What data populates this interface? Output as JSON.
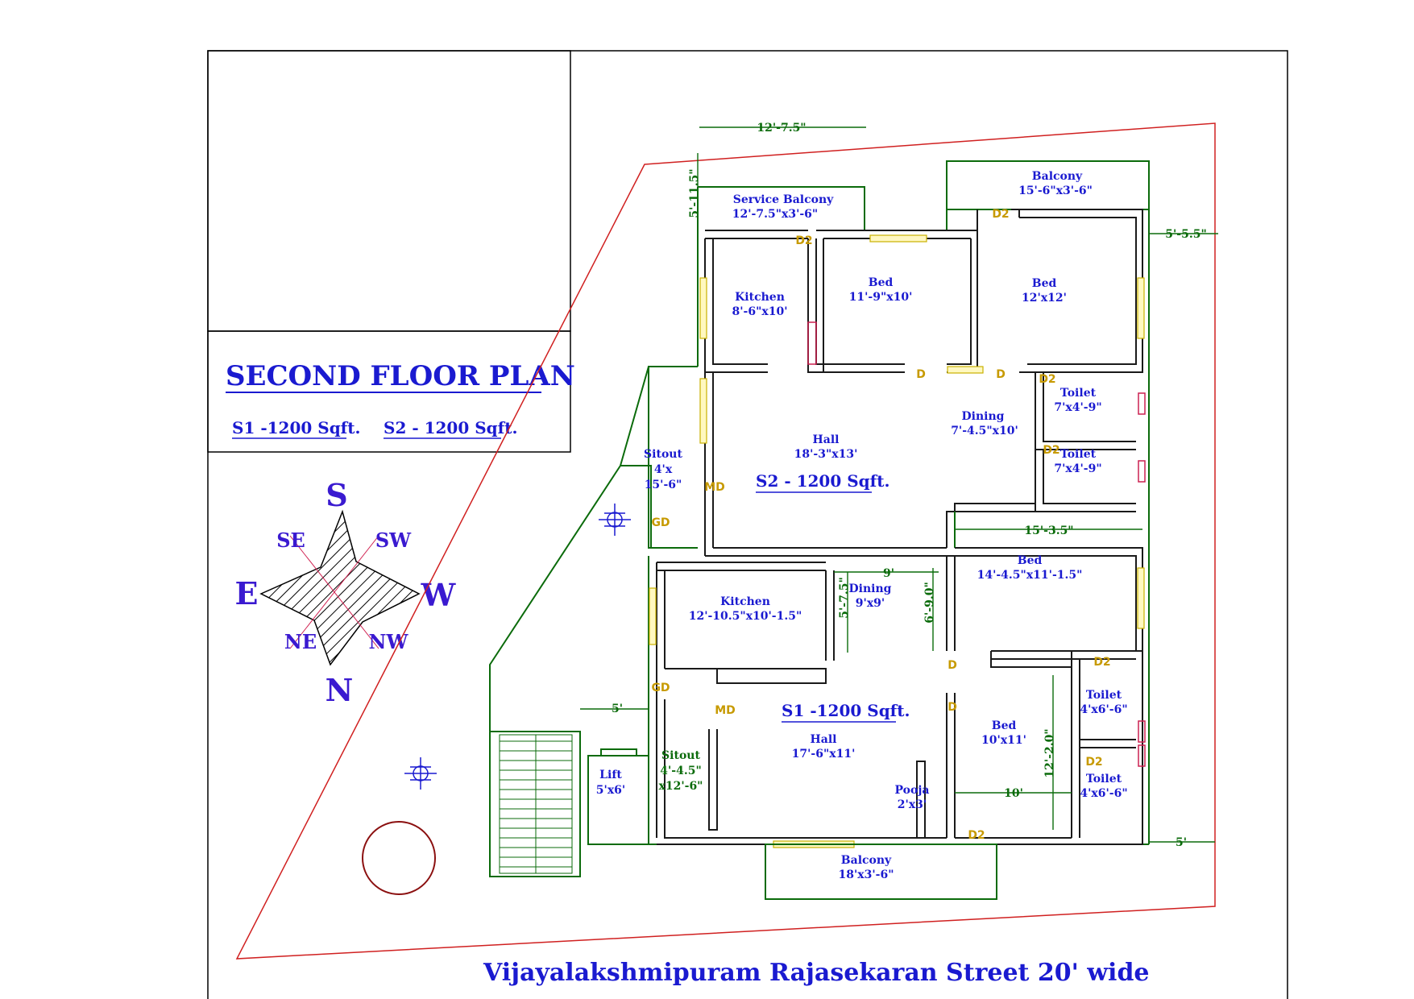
{
  "title_block": {
    "title": "SECOND FLOOR PLAN",
    "area_s1": "S1 -1200 Sqft.",
    "area_s2": "S2 - 1200 Sqft."
  },
  "compass": {
    "s": "S",
    "n": "N",
    "e": "E",
    "w": "W",
    "se": "SE",
    "sw": "SW",
    "ne": "NE",
    "nw": "NW"
  },
  "street_label": "Vijayalakshmipuram Rajasekaran Street  20' wide",
  "units": {
    "s2": {
      "label": "S2 - 1200 Sqft."
    },
    "s1": {
      "label": "S1 -1200 Sqft."
    }
  },
  "rooms": {
    "service_balcony": {
      "name": "Service Balcony",
      "size": "12'-7.5\"x3'-6\""
    },
    "balcony_top": {
      "name": "Balcony",
      "size": "15'-6\"x3'-6\""
    },
    "kitchen_s2": {
      "name": "Kitchen",
      "size": "8'-6\"x10'"
    },
    "bed1_s2": {
      "name": "Bed",
      "size": "11'-9\"x10'"
    },
    "bed2_s2": {
      "name": "Bed",
      "size": "12'x12'"
    },
    "toilet1_s2": {
      "name": "Toilet",
      "size": "7'x4'-9\""
    },
    "toilet2_s2": {
      "name": "Toilet",
      "size": "7'x4'-9\""
    },
    "dining_s2": {
      "name": "Dining",
      "size": "7'-4.5\"x10'"
    },
    "hall_s2": {
      "name": "Hall",
      "size": "18'-3\"x13'"
    },
    "sitout_s2": {
      "name": "Sitout",
      "size_a": "4'x",
      "size_b": "15'-6\""
    },
    "kitchen_s1": {
      "name": "Kitchen",
      "size": "12'-10.5\"x10'-1.5\""
    },
    "dining_s1": {
      "name": "Dining",
      "size": "9'x9'"
    },
    "bed1_s1": {
      "name": "Bed",
      "size": "14'-4.5\"x11'-1.5\""
    },
    "toilet1_s1": {
      "name": "Toilet",
      "size": "4'x6'-6\""
    },
    "toilet2_s1": {
      "name": "Toilet",
      "size": "4'x6'-6\""
    },
    "bed2_s1": {
      "name": "Bed",
      "size": "10'x11'"
    },
    "hall_s1": {
      "name": "Hall",
      "size": "17'-6\"x11'"
    },
    "sitout_s1": {
      "name": "Sitout",
      "size_a": "4'-4.5\"",
      "size_b": "x12'-6\""
    },
    "pooja": {
      "name": "Pooja",
      "size": "2'x3'"
    },
    "lift": {
      "name": "Lift",
      "size": "5'x6'"
    },
    "balcony_bottom": {
      "name": "Balcony",
      "size": "18'x3'-6\""
    }
  },
  "doors": {
    "d": "D",
    "d2": "D2",
    "md": "MD",
    "gd": "GD"
  },
  "dimensions": {
    "top_width": "12'-7.5\"",
    "left_offset": "5'-11.5\"",
    "right_offset_top": "5'-5.5\"",
    "bed_s1_width": "15'-3.5\"",
    "dining_width": "9'",
    "dining_left": "5'-7.5\"",
    "dining_right": "6'-9.0\"",
    "lift_offset": "5'",
    "bed2_height": "12'-2.0\"",
    "bed2_width": "10'",
    "right_offset_bottom": "5'"
  },
  "colors": {
    "wall": "#0b6b0b",
    "text": "#1a1ad0",
    "door": "#c79a00",
    "site": "#d02020",
    "window": "#c9b100"
  }
}
